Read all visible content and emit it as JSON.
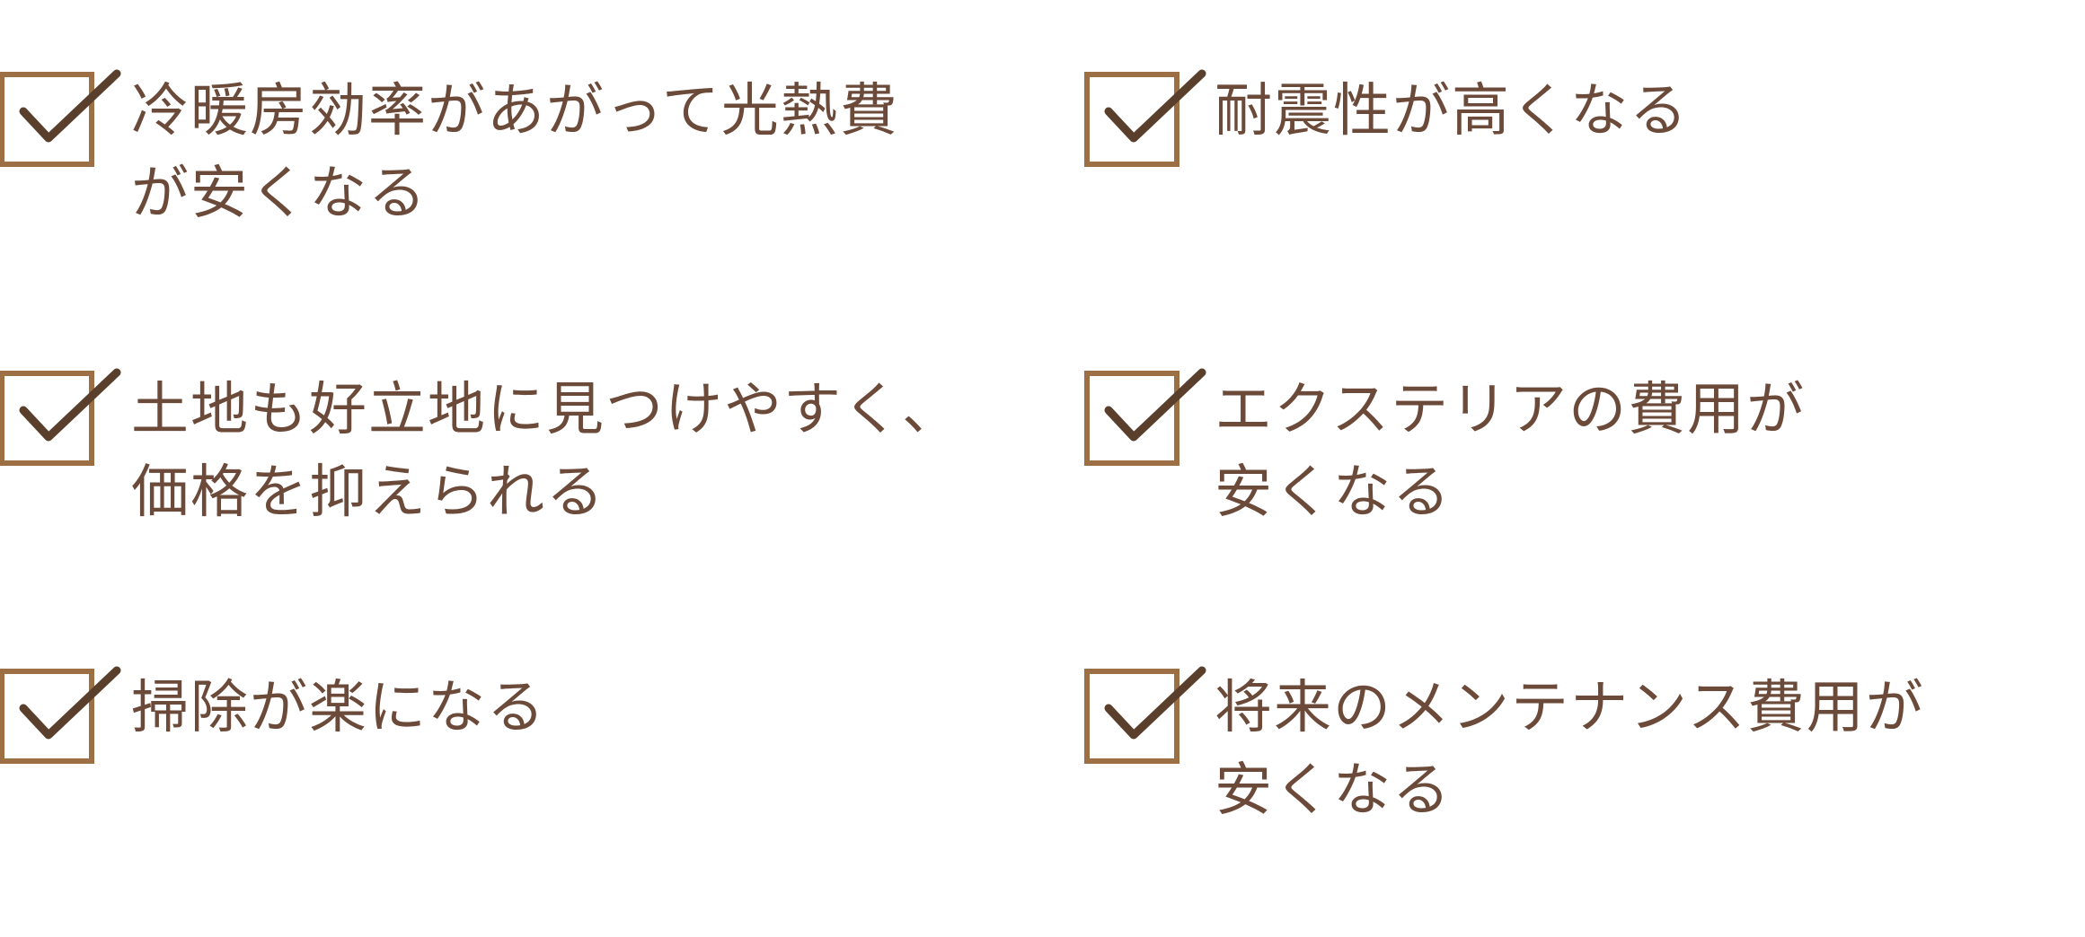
{
  "colors": {
    "text": "#6b4a3a",
    "box_border": "#9c6f45",
    "check_mark": "#5a3f2c",
    "background": "#ffffff"
  },
  "icon": "checkbox-checked-icon",
  "items": [
    {
      "label": "冷暖房効率があがって光熱費\nが安くなる",
      "checked": true
    },
    {
      "label": "耐震性が高くなる",
      "checked": true
    },
    {
      "label": "土地も好立地に見つけやすく、\n価格を抑えられる",
      "checked": true
    },
    {
      "label": "エクステリアの費用が\n安くなる",
      "checked": true
    },
    {
      "label": "掃除が楽になる",
      "checked": true
    },
    {
      "label": "将来のメンテナンス費用が\n安くなる",
      "checked": true
    }
  ]
}
